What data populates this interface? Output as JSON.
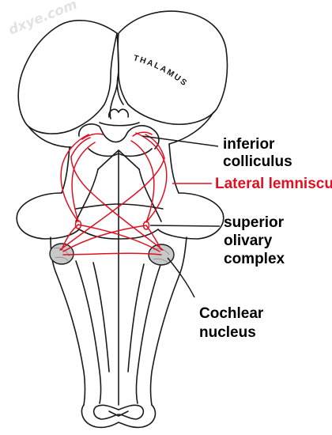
{
  "watermark": "dxye.com",
  "structures": {
    "thalamus": "THALAMUS"
  },
  "labels": {
    "inferior_colliculus": [
      "inferior",
      "colliculus"
    ],
    "lateral_lemniscus": "Lateral lemniscus",
    "superior_olivary_complex": [
      "superior",
      "olivary",
      "complex"
    ],
    "cochlear_nucleus": [
      "Cochlear",
      "nucleus"
    ]
  },
  "colors": {
    "pathway": "#dd1122",
    "lateral_lemniscus_label": "#e01020",
    "outline": "#1a1a1a",
    "nucleus_fill": "#c8c8c8"
  }
}
